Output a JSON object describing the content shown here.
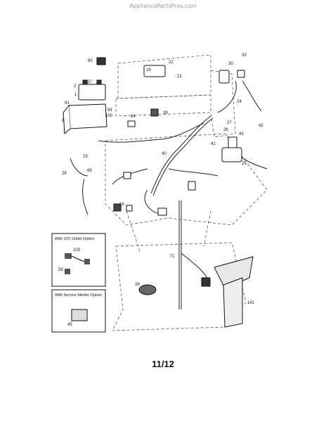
{
  "watermark": "AppliancePartsPros.com",
  "page_number": "11/12",
  "inset_12v": {
    "title": "With 12V Outlet Option",
    "labels": [
      "103",
      "59"
    ]
  },
  "inset_service": {
    "title": "With Service Minder Option",
    "labels": [
      "45"
    ]
  },
  "callouts": [
    {
      "label": "90"
    },
    {
      "label": "22"
    },
    {
      "label": "16"
    },
    {
      "label": "21"
    },
    {
      "label": "30"
    },
    {
      "label": "33"
    },
    {
      "label": "27"
    },
    {
      "label": "2"
    },
    {
      "label": "1"
    },
    {
      "label": "91"
    },
    {
      "label": "69"
    },
    {
      "label": "100"
    },
    {
      "label": "8"
    },
    {
      "label": "34"
    },
    {
      "label": "39"
    },
    {
      "label": "24"
    },
    {
      "label": "27"
    },
    {
      "label": "26"
    },
    {
      "label": "43"
    },
    {
      "label": "42"
    },
    {
      "label": "41"
    },
    {
      "label": "40"
    },
    {
      "label": "28"
    },
    {
      "label": "23"
    },
    {
      "label": "25"
    },
    {
      "label": "66"
    },
    {
      "label": "16"
    },
    {
      "label": "71"
    },
    {
      "label": "29"
    },
    {
      "label": "141"
    }
  ]
}
